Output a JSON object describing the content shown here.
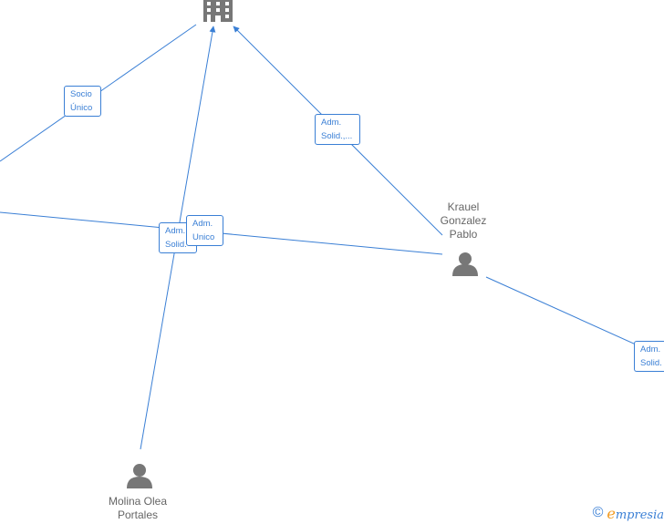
{
  "relations": [
    {
      "id": "socio-unico",
      "lines": [
        "Socio",
        "Único"
      ]
    },
    {
      "id": "adm-solid-top",
      "lines": [
        "Adm.",
        "Solid.,..."
      ]
    },
    {
      "id": "adm-solid-center",
      "lines": [
        "Adm.",
        "Solid."
      ]
    },
    {
      "id": "adm-unico",
      "lines": [
        "Adm.",
        "Unico"
      ]
    },
    {
      "id": "adm-solid-right",
      "lines": [
        "Adm.",
        "Solid."
      ]
    }
  ],
  "people": [
    {
      "id": "krauel",
      "name_lines": [
        "Krauel",
        "Gonzalez",
        "Pablo"
      ]
    },
    {
      "id": "molina",
      "name_lines": [
        "Molina Olea",
        "Portales"
      ]
    }
  ],
  "icons": {
    "company": "building-icon",
    "person": "person-icon"
  },
  "brand": {
    "copyright": "©",
    "name_initial": "e",
    "name_rest": "mpresia"
  },
  "colors": {
    "edge": "#3a7fd5",
    "node_icon": "#777777",
    "brand_accent": "#f29a1f"
  }
}
